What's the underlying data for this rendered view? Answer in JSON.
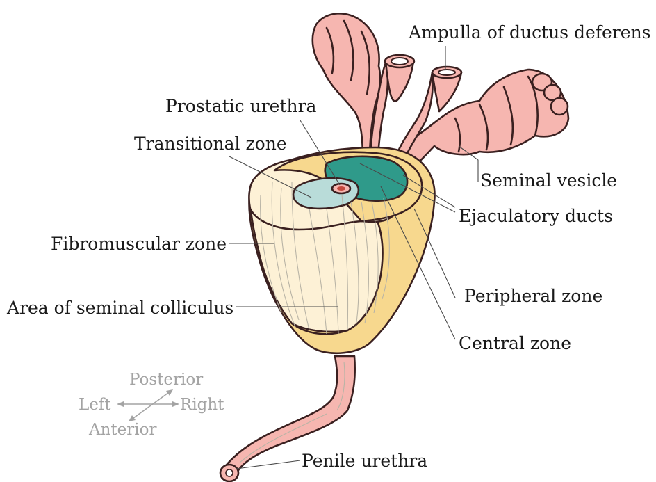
{
  "diagram": {
    "labels": {
      "ampulla": "Ampulla of ductus deferens",
      "prostatic_urethra": "Prostatic urethra",
      "transitional_zone": "Transitional zone",
      "seminal_vesicle": "Seminal vesicle",
      "ejaculatory_ducts": "Ejaculatory ducts",
      "fibromuscular_zone": "Fibromuscular zone",
      "seminal_colliculus": "Area of seminal colliculus",
      "peripheral_zone": "Peripheral zone",
      "central_zone": "Central zone",
      "penile_urethra": "Penile urethra"
    },
    "orientation": {
      "posterior": "Posterior",
      "anterior": "Anterior",
      "left": "Left",
      "right": "Right"
    },
    "colors": {
      "outline": "#3a2020",
      "peripheral_zone": "#f7d88e",
      "fibromuscular_zone": "#fdf1d6",
      "central_zone": "#2f9a8a",
      "transitional_zone": "#b9dcd9",
      "duct_pink": "#f6b6b0",
      "orientation_gray": "#a3a3a3"
    }
  }
}
